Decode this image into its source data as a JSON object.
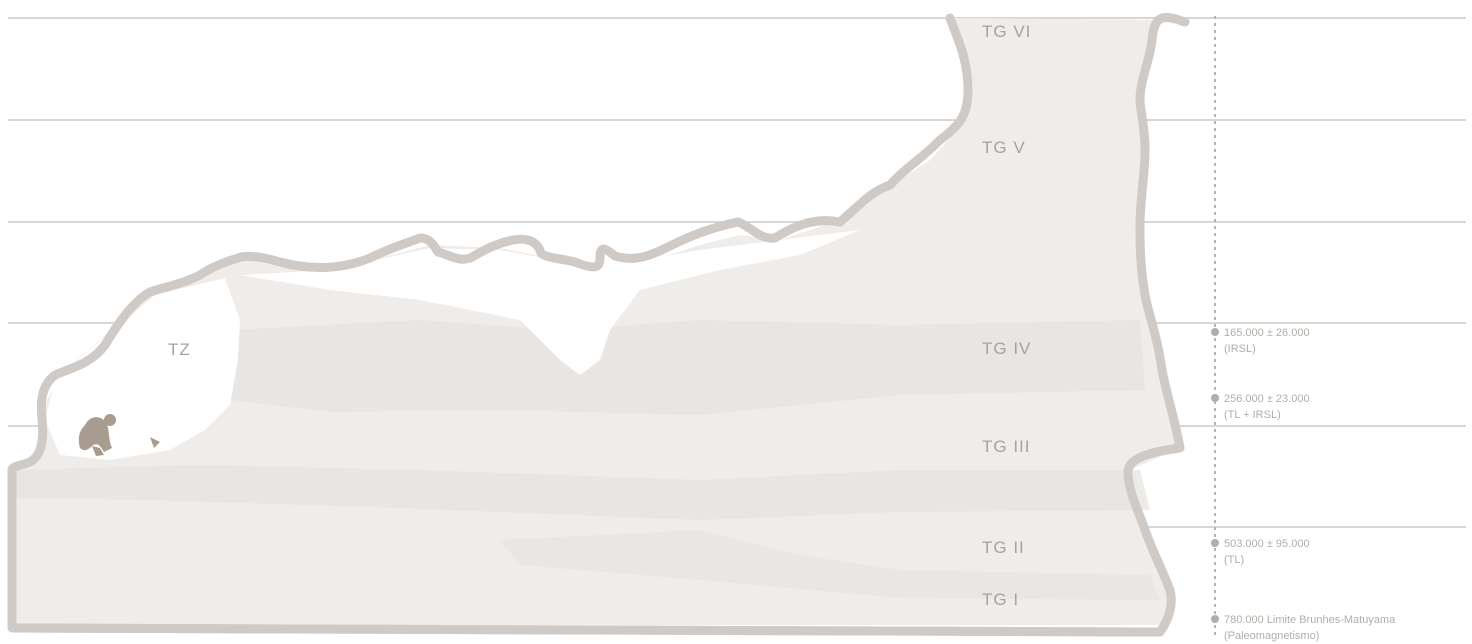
{
  "colors": {
    "background": "#ffffff",
    "grid_line": "#d9d6d3",
    "outline": "#cfcac5",
    "fill": "#efecea",
    "fill_dark": "#e6e2de",
    "label": "#a8a29c",
    "date_text": "#b3ada7",
    "figure": "#a89b8f"
  },
  "units": {
    "tg6": "TG VI",
    "tg5": "TG V",
    "tg4": "TG IV",
    "tg3": "TG III",
    "tg2": "TG II",
    "tg1": "TG I",
    "tz": "TZ"
  },
  "dates": [
    {
      "value": "165.000 ± 26.000",
      "method": "(IRSL)"
    },
    {
      "value": "256.000 ± 23.000",
      "method": "(TL + IRSL)"
    },
    {
      "value": "503.000 ± 95.000",
      "method": "(TL)"
    },
    {
      "value": "780.000 Limite Brunhes-Matuyama",
      "method": "(Paleomagnetismo)"
    }
  ],
  "icons": {
    "hominid": "crouching-figure-icon",
    "fragment": "bone-fragment-icon"
  }
}
